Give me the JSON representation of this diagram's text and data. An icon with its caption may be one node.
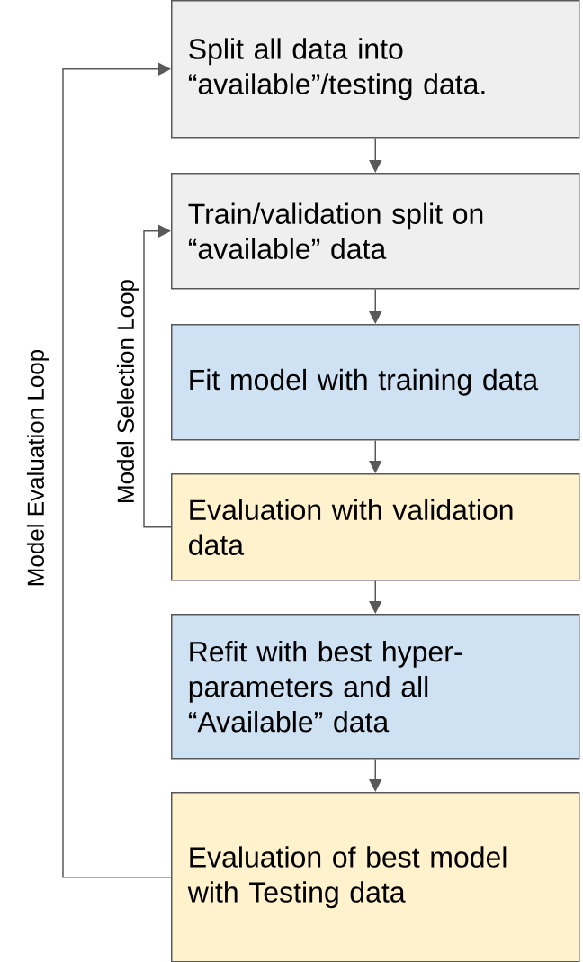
{
  "diagram": {
    "nodes": [
      {
        "text": [
          "Split all data into “available”/testing data."
        ]
      },
      {
        "text": [
          "Train/validation split on “available” data"
        ]
      },
      {
        "text": [
          "Fit model with training data"
        ]
      },
      {
        "text": [
          "Evaluation with validation data"
        ]
      },
      {
        "text": [
          "Refit with best hyper-parameters and all “Available” data"
        ]
      },
      {
        "text": [
          "Evaluation of best model with Testing data"
        ]
      }
    ],
    "edges": [
      {
        "from": 0,
        "to": 1,
        "arrow": "to"
      },
      {
        "from": 1,
        "to": 2,
        "arrow": "to"
      },
      {
        "from": 2,
        "to": 3,
        "arrow": "to"
      },
      {
        "from": 3,
        "to": 4,
        "arrow": "to"
      },
      {
        "from": 4,
        "to": 5,
        "arrow": "to"
      },
      {
        "from": 3,
        "to": 1,
        "arrow": "to",
        "label": "Model Selection Loop"
      },
      {
        "from": 5,
        "to": 0,
        "arrow": "to",
        "label": "Model Evaluation Loop"
      }
    ]
  }
}
